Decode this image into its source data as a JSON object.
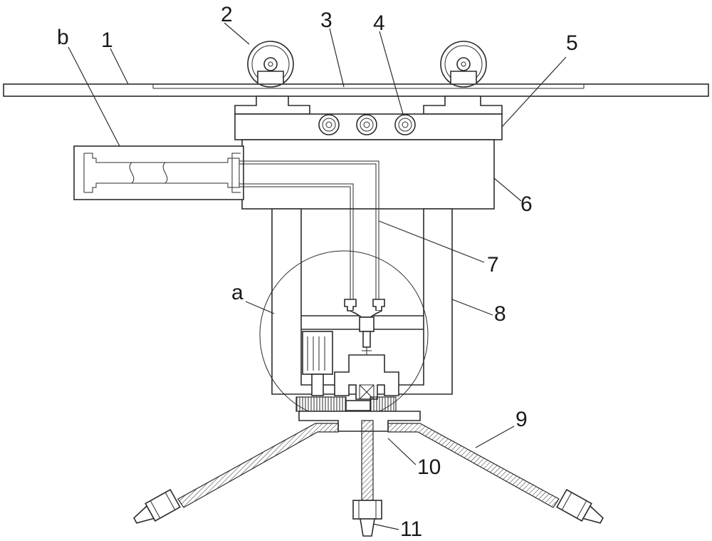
{
  "labels": {
    "l1": "1",
    "l2": "2",
    "l3": "3",
    "l4": "4",
    "l5": "5",
    "l6": "6",
    "l7": "7",
    "l8": "8",
    "l9": "9",
    "l10": "10",
    "l11": "11",
    "la": "a",
    "lb": "b"
  }
}
